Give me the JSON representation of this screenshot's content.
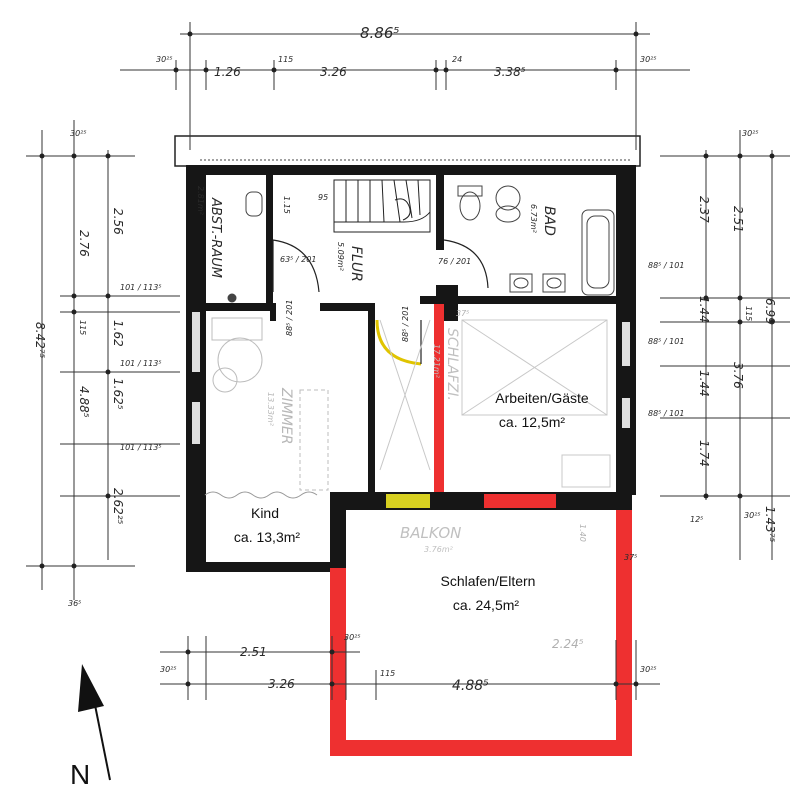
{
  "colors": {
    "wall": "#161616",
    "new_wall_red": "#ee3030",
    "new_wall_yellow": "#d8d020",
    "door_swing": "#e0c400",
    "pencil": "#333333",
    "faded": "#b0b0b0"
  },
  "rooms": {
    "arbeiten": {
      "name": "Arbeiten/Gäste",
      "area": "ca. 12,5m²"
    },
    "kind": {
      "name": "Kind",
      "area": "ca. 13,3m²"
    },
    "schlafen": {
      "name": "Schlafen/Eltern",
      "area": "ca. 24,5m²"
    }
  },
  "original_labels": {
    "abst_raum": "ABST.-RAUM",
    "abst_raum_area": "2.81m²",
    "flur": "FLUR",
    "flur_area": "5.09m²",
    "bad": "BAD",
    "bad_area": "6.73m²",
    "zimmer": "ZIMMER",
    "zimmer_area": "13.33m²",
    "schlafzi": "SCHLAFZI.",
    "schlafzi_area": "17.21m²",
    "balkon": "BALKON",
    "balkon_area": "3.76m²"
  },
  "dimensions": {
    "top_total": "8.86⁵",
    "top_a": "30²⁵",
    "top_b": "1.26",
    "top_c": "115",
    "top_d": "3.26",
    "top_e": "24",
    "top_f": "3.38⁵",
    "top_g": "30²⁵",
    "left_total": "8.42⁷⁵",
    "left_a": "30²⁵",
    "left_b": "2.76",
    "left_c": "2.56",
    "left_d": "1.62",
    "left_e": "115",
    "left_f": "4.88⁵",
    "left_g": "1.62⁵",
    "left_h": "2.62²⁵",
    "left_i": "36⁵",
    "left_door1": "101 / 113⁵",
    "left_door2": "101 / 113⁵",
    "left_door3": "101 / 113⁵",
    "right_total": "6.99",
    "right_a": "30²⁵",
    "right_b": "2.37",
    "right_c": "2.51",
    "right_d": "1.44",
    "right_e": "115",
    "right_f": "3.76",
    "right_g": "1.44",
    "right_h": "1.74",
    "right_i": "1.43⁷⁵",
    "right_j": "30²⁵",
    "right_k": "12⁵",
    "right_door1": "88⁵ / 101",
    "right_door2": "88⁵ / 101",
    "right_door3": "88⁵ / 101",
    "bottom_a": "2.51",
    "bottom_b": "30²⁵",
    "bottom_c": "30²⁵",
    "bottom_d": "3.26",
    "bottom_e": "115",
    "bottom_f": "4.88⁵",
    "bottom_g": "30²⁵",
    "bottom_h": "2.24⁵",
    "inner_115": "1.15",
    "inner_95": "95",
    "door_635": "63⁵ / 201",
    "door_76": "76 / 201",
    "door_885a": "88⁵ / 201",
    "door_885b": "88⁵ / 201",
    "inner_375": "37⁵",
    "inner_140": "1.40",
    "inner_375b": "37⁵"
  },
  "compass": {
    "label": "N"
  }
}
